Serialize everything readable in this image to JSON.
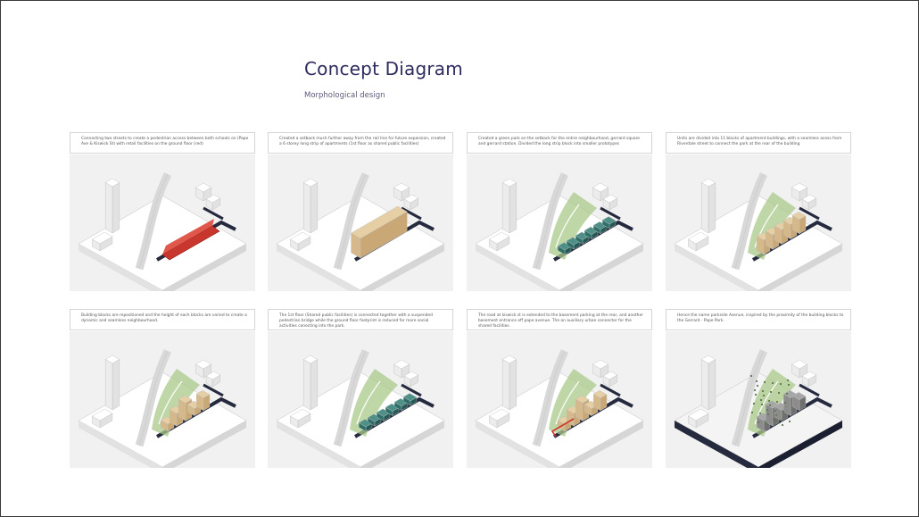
{
  "page": {
    "title": "Concept Diagram",
    "subtitle": "Morphological design"
  },
  "steps": [
    {
      "caption": "Connecting two streets to create a pedestrian access between both schools on (Pape Ave & Kiswick St) with retail facilities on the ground floor (red)",
      "variant": "red-strip"
    },
    {
      "caption": "Created a setback much further away from the rail line for future expansion, created a 6 storey long strip of apartments (1st floor as shared public facilities)",
      "variant": "tan-strip"
    },
    {
      "caption": "Created a green park on the setback for the entire neighbourhood, gerrard square and gerrard station. Divided the long strip block into smaller prototypes",
      "variant": "green-park-blocks"
    },
    {
      "caption": "Units are divided into 11 blocks of apartment buildings, with a seamless acess from Riverdale street to connect the park at the rear of the building",
      "variant": "tan-blocks"
    },
    {
      "caption": "Building blocks are repositioned and the height of each blocks are varied to create a dynamic and seamless neighbourhood.",
      "variant": "varied-blocks"
    },
    {
      "caption": "The 1st floor (Shared public facilities) is connected together with a suspended pedestrian bridge while the ground floor footprint is reduced for more social activities conecting into the park.",
      "variant": "teal-blocks"
    },
    {
      "caption": "The road at kiswick st is extended to the basement parking at the rear, and another basement entrance off pape avenue. The an auxiliary urban connector for the shared facilities.",
      "variant": "road-extension"
    },
    {
      "caption": "Hence the name parkside Avenue, inspired by the proximity of the building blocks to the Gerrard - Pape Park.",
      "variant": "final-render"
    }
  ],
  "colors": {
    "title": "#2d2a5e",
    "retail_red": "#c8372d",
    "apartment_tan": "#d6b98a",
    "park_green": "#a9c98a",
    "public_teal": "#2f6f6a",
    "road_dark": "#252a3e",
    "panel_bg": "#f1f1f1"
  }
}
